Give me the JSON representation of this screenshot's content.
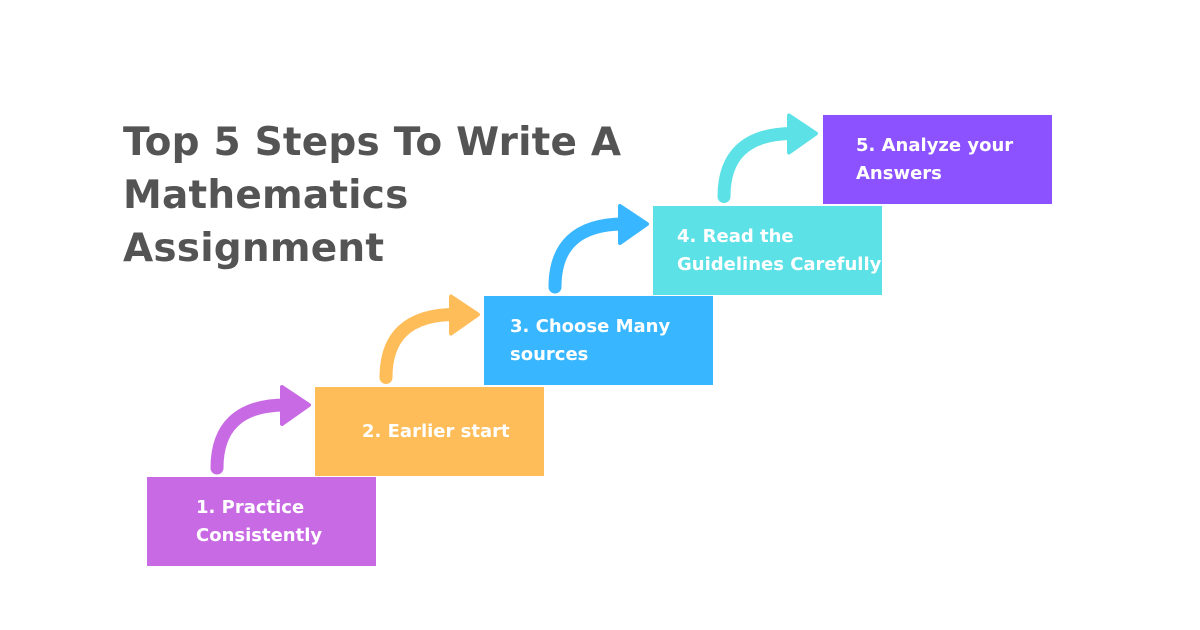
{
  "title": "Top 5 Steps To Write A Mathematics Assignment",
  "steps": [
    {
      "label": "1. Practice\nConsistently",
      "color": "#c86ae4"
    },
    {
      "label": "2. Earlier start",
      "color": "#ffbd5a"
    },
    {
      "label": "3. Choose Many\nsources",
      "color": "#38b6ff"
    },
    {
      "label": "4. Read the\nGuidelines Carefully",
      "color": "#5ce1e6"
    },
    {
      "label": "5. Analyze your\nAnswers",
      "color": "#8c52ff"
    }
  ],
  "arrow_icon": "curved-arrow-up-right"
}
